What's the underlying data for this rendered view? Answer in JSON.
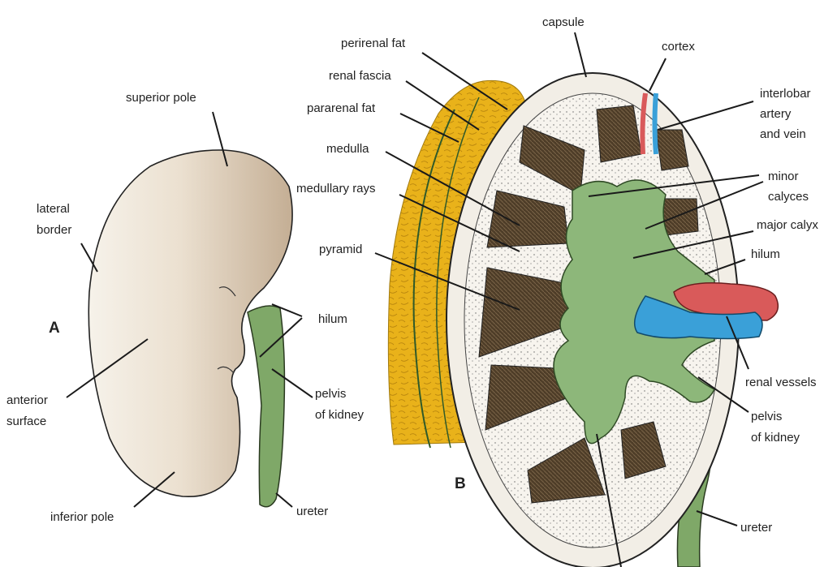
{
  "panel_a": {
    "letter": "A",
    "labels": {
      "superior_pole": "superior pole",
      "lateral_border_1": "lateral",
      "lateral_border_2": "border",
      "hilum": "hilum",
      "anterior_surface_1": "anterior",
      "anterior_surface_2": "surface",
      "pelvis_1": "pelvis",
      "pelvis_2": "of kidney",
      "inferior_pole": "inferior pole",
      "ureter": "ureter"
    }
  },
  "panel_b": {
    "letter": "B",
    "labels": {
      "capsule": "capsule",
      "perirenal_fat": "perirenal fat",
      "renal_fascia": "renal fascia",
      "pararenal_fat": "pararenal fat",
      "medulla": "medulla",
      "medullary_rays": "medullary rays",
      "pyramid": "pyramid",
      "cortex": "cortex",
      "interlobar_1": "interlobar",
      "interlobar_2": "artery",
      "interlobar_3": "and vein",
      "minor_calyces_1": "minor",
      "minor_calyces_2": "calyces",
      "major_calyx": "major calyx",
      "hilum": "hilum",
      "renal_vessels": "renal vessels",
      "pelvis_1": "pelvis",
      "pelvis_2": "of kidney",
      "ureter": "ureter"
    }
  },
  "colors": {
    "kidney_light": "#f4efe5",
    "kidney_dark": "#c8b49b",
    "ureter_green": "#7fa868",
    "calyx_green": "#8db77a",
    "fat_yellow": "#e9b21a",
    "pyramid_brown": "#4e3d28",
    "artery_red": "#d95a5a",
    "vein_blue": "#3aa0d8"
  }
}
